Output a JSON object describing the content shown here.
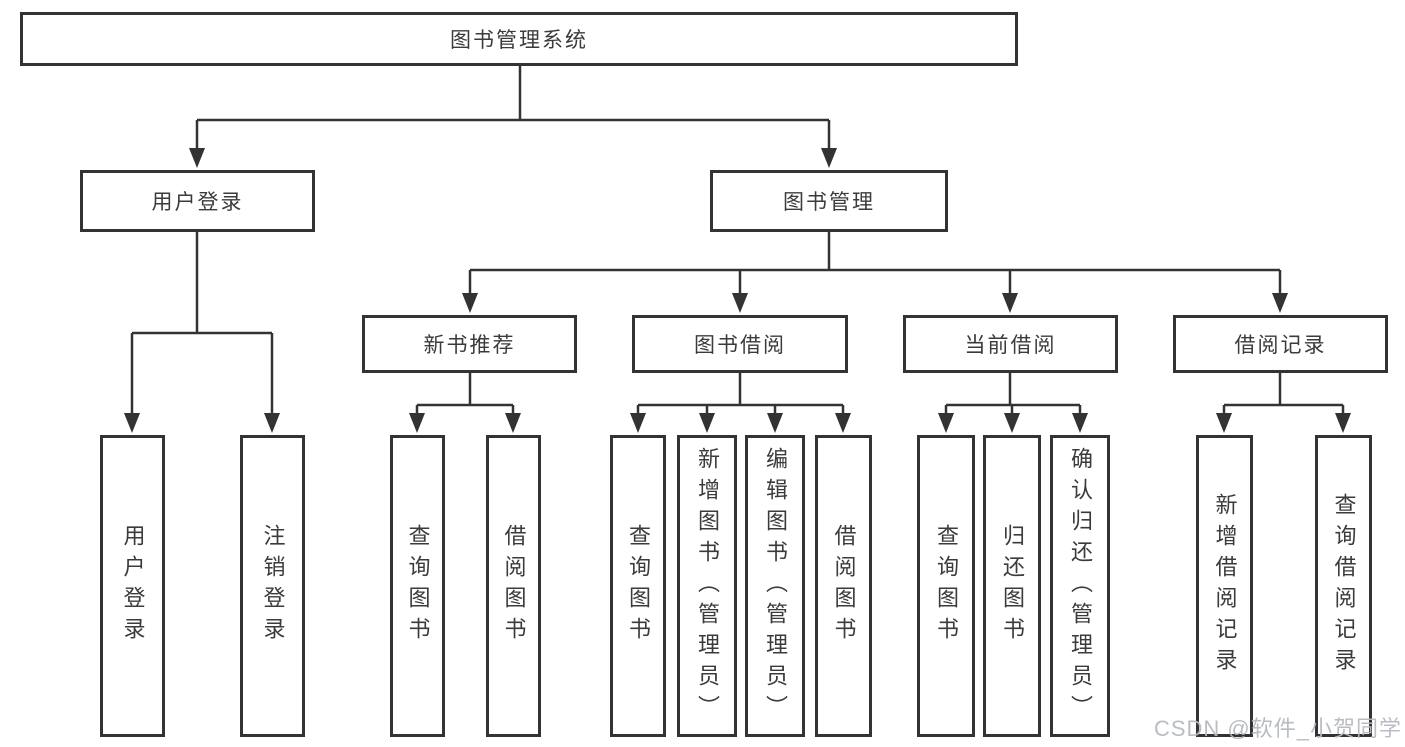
{
  "diagram_title": "图书管理系统",
  "tree": {
    "root": {
      "label": "图书管理系统"
    },
    "children": [
      {
        "label": "用户登录",
        "children": [
          {
            "label": "用户登录"
          },
          {
            "label": "注销登录"
          }
        ]
      },
      {
        "label": "图书管理",
        "children": [
          {
            "label": "新书推荐",
            "children": [
              {
                "label": "查询图书"
              },
              {
                "label": "借阅图书"
              }
            ]
          },
          {
            "label": "图书借阅",
            "children": [
              {
                "label": "查询图书"
              },
              {
                "label": "新增图书（管理员）"
              },
              {
                "label": "编辑图书（管理员）"
              },
              {
                "label": "借阅图书"
              }
            ]
          },
          {
            "label": "当前借阅",
            "children": [
              {
                "label": "查询图书"
              },
              {
                "label": "归还图书"
              },
              {
                "label": "确认归还（管理员）"
              }
            ]
          },
          {
            "label": "借阅记录",
            "children": [
              {
                "label": "新增借阅记录"
              },
              {
                "label": "查询借阅记录"
              }
            ]
          }
        ]
      }
    ]
  },
  "watermark": {
    "text": "CSDN @软件_小贺同学"
  },
  "colors": {
    "line": "#333333",
    "box_border": "#333333",
    "box_fill": "#ffffff",
    "text": "#3b3b3b",
    "watermark": "#b6bac0",
    "background": "#ffffff"
  }
}
